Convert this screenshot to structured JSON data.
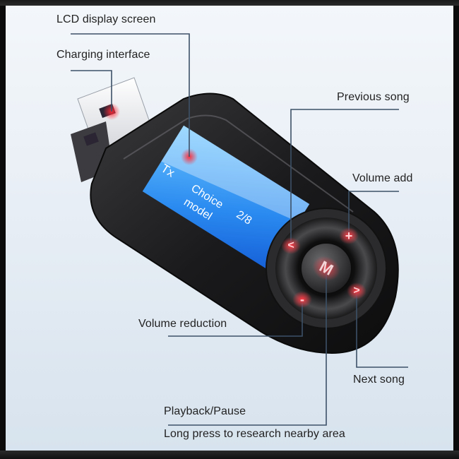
{
  "callouts": {
    "lcd_display": "LCD display screen",
    "charging_interface": "Charging interface",
    "previous_song": "Previous song",
    "volume_add": "Volume add",
    "volume_reduction": "Volume reduction",
    "next_song": "Next song",
    "playback_pause": "Playback/Pause",
    "long_press": "Long press to research nearby area"
  },
  "lcd": {
    "line1": "Tx",
    "line2": "Choice",
    "line3": "model",
    "counter": "2/8"
  },
  "buttons": {
    "center": "M",
    "prev": "<",
    "next": ">",
    "plus": "+",
    "minus": "-"
  },
  "colors": {
    "callout_line": "#3d5168",
    "lcd_blue": "#1e7ae6",
    "highlight_red": "#e02a35",
    "device_body": "#1b1b1d"
  }
}
